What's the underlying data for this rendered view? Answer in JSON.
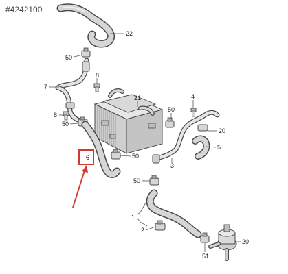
{
  "reference": "#4242100",
  "callouts": {
    "c22": "22",
    "c50a": "50",
    "c8a": "8",
    "c7": "7",
    "c21": "21",
    "c4": "4",
    "c50b": "50",
    "c8b": "8",
    "c50c": "50",
    "c20a": "20",
    "c5": "5",
    "c6": "6",
    "c50d": "50",
    "c3": "3",
    "c50e": "50",
    "c1": "1",
    "c2": "2",
    "c51": "51",
    "c20b": "20"
  },
  "colors": {
    "part_outline": "#4a4a4a",
    "part_fill": "#d6d6d6",
    "part_shade": "#a9a9a9",
    "highlight": "#d13a32"
  }
}
